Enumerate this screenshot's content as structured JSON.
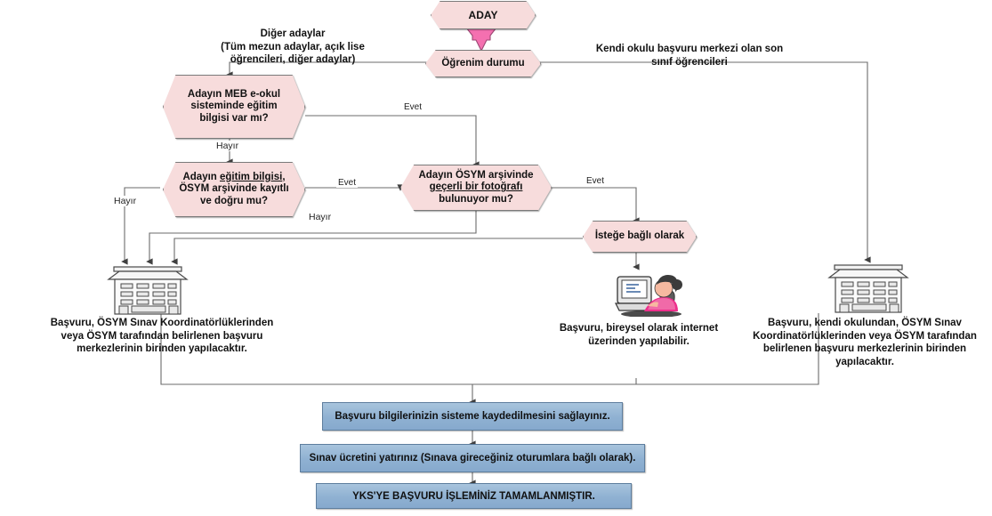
{
  "diagram": {
    "title": "YKS Basvuru Akis Semasi",
    "colors": {
      "hex_fill": "#f7dcdc",
      "hex_stroke": "#7a7a7a",
      "box_fill": "#92b4d4",
      "box_stroke": "#5e7e9e",
      "edge": "#595959",
      "accent_pink": "#f470b0"
    },
    "nodes": {
      "start": "ADAY",
      "education_status": "Öğrenim durumu",
      "meb_check": "Adayın MEB e-okul sisteminde eğitim bilgisi var mı?",
      "osym_archive_check_line1": "Adayın ",
      "osym_archive_check_underline": "eğitim bilgisi",
      "osym_archive_check_line2": ", ÖSYM arşivinde kayıtlı ve doğru mu?",
      "photo_check_pre": "Adayın ÖSYM arşivinde ",
      "photo_check_underline": "geçerli bir fotoğrafı",
      "photo_check_post": " bulunuyor mu?",
      "optional": "İsteğe bağlı olarak"
    },
    "branch_labels": {
      "other_candidates": "Diğer adaylar\n(Tüm mezun adaylar, açık lise öğrencileri, diğer adaylar)",
      "other_candidates_l1": "Diğer adaylar",
      "other_candidates_l2": "(Tüm mezun adaylar, açık lise",
      "other_candidates_l3": "öğrencileri, diğer adaylar)",
      "own_school_l1": "Kendi okulu başvuru merkezi olan son",
      "own_school_l2": "sınıf öğrencileri",
      "yes1": "Evet",
      "yes2": "Evet",
      "yes3": "Evet",
      "no1": "Hayır",
      "no2": "Hayır",
      "no3": "Hayır"
    },
    "captions": {
      "left_l1": "Başvuru, ÖSYM Sınav Koordinatörlüklerinden",
      "left_l2": "veya ÖSYM tarafından belirlenen başvuru",
      "left_l3": "merkezlerinin birinden  yapılacaktır.",
      "center_l1": "Başvuru, bireysel olarak internet",
      "center_l2": "üzerinden yapılabilir.",
      "right_l1": "Başvuru, kendi okulundan,  ÖSYM Sınav",
      "right_l2": "Koordinatörlüklerinden veya ÖSYM tarafından",
      "right_l3": "belirlenen başvuru merkezlerinin birinden",
      "right_l4": "yapılacaktır."
    },
    "icons": {
      "left_building": "building-icon",
      "center_person": "person-at-computer-icon",
      "right_building": "building-icon"
    },
    "steps": [
      "Başvuru bilgilerinizin sisteme kaydedilmesini sağlayınız.",
      "Sınav ücretini yatırınız (Sınava gireceğiniz oturumlara bağlı olarak).",
      "YKS'YE BAŞVURU İŞLEMİNİZ TAMAMLANMIŞTIR."
    ],
    "step1": "Başvuru bilgilerinizin sisteme kaydedilmesini sağlayınız.",
    "step2": "Sınav ücretini yatırınız (Sınava gireceğiniz oturumlara bağlı olarak).",
    "step3": "YKS'YE BAŞVURU İŞLEMİNİZ TAMAMLANMIŞTIR."
  }
}
